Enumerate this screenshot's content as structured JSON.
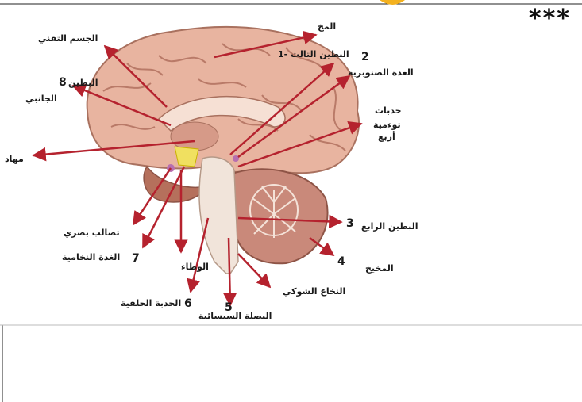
{
  "corner_mark": "***",
  "labels": {
    "brain": "المخ",
    "corpus_callosum": "الجسم الثفني",
    "third_ventricle": "1- البطين الثالث",
    "third_ventricle_num": "2",
    "pineal": "الغدة الصنوبرية",
    "lateral_ventricle_num": "8",
    "lateral_ventricle_1": "البطين",
    "lateral_ventricle_2": "الجانبي",
    "quad_1": "حدبات",
    "quad_2": "توءمية",
    "quad_3": "أربع",
    "thalamus": "مهاد",
    "optic_chiasm": "تصالب بصري",
    "pituitary_num": "7",
    "pituitary": "الغدة النخامية",
    "hypothalamus": "الوطاء",
    "fourth_ventricle": "البطين الرابع",
    "fourth_ventricle_num": "3",
    "cerebellum_num": "4",
    "cerebellum": "المخيخ",
    "spinal_cord": "النخاع الشوكي",
    "pons_num": "6",
    "pons": "الحدبة الحلقية",
    "medulla_num": "5",
    "medulla": "البصلة السيسائية"
  },
  "colors": {
    "cerebrum": "#e8b4a0",
    "gyri_line": "#b97a68",
    "cerebellum": "#c9897a",
    "brainstem": "#f1e4da",
    "arrow": "#b5222e",
    "pituitary": "#f0e060"
  }
}
